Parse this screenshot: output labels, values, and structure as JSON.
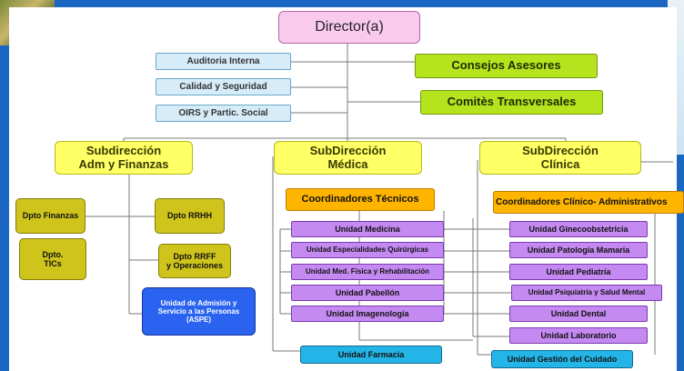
{
  "director": "Director(a)",
  "staff": {
    "auditoria": "Auditoria Interna",
    "calidad": "Calidad y Seguridad",
    "oirs": "OIRS y Partic. Social"
  },
  "advisory": {
    "consejos": "Consejos Asesores",
    "comites": "Comitès Transversales"
  },
  "subdirecciones": {
    "adm": {
      "line1": "Subdirección",
      "line2": "Adm y Finanzas"
    },
    "medica": {
      "line1": "SubDirección",
      "line2": "Médica"
    },
    "clinica": {
      "line1": "SubDirección",
      "line2": "Clínica"
    }
  },
  "adm_units": {
    "finanzas": "Dpto Finanzas",
    "rrhh": "Dpto RRHH",
    "tics": {
      "line1": "Dpto.",
      "line2": "TICs"
    },
    "rrff": {
      "line1": "Dpto RRFF",
      "line2": "y Operaciones"
    },
    "aspe": "Unidad de Admisión y Servicio a las Personas (ASPE)"
  },
  "medica": {
    "coordinadores": "Coordinadores Técnicos",
    "units": [
      "Unidad Medicina",
      "Unidad Especialidades Quirúrgicas",
      "Unidad Med. Física y Rehabilitación",
      "Unidad Pabellón",
      "Unidad Imagenología"
    ],
    "farmacia": "Unidad Farmacia"
  },
  "clinica": {
    "coordinadores": "Coordinadores Clínico- Administrativos",
    "units": [
      "Unidad Ginecoobstetricia",
      "Unidad Patología Mamaria",
      "Unidad Pediatría",
      "Unidad Psiquiatría y Salud Mental",
      "Unidad Dental",
      "Unidad Laboratorio"
    ],
    "gestion": "Unidad Gestión del Cuidado"
  }
}
